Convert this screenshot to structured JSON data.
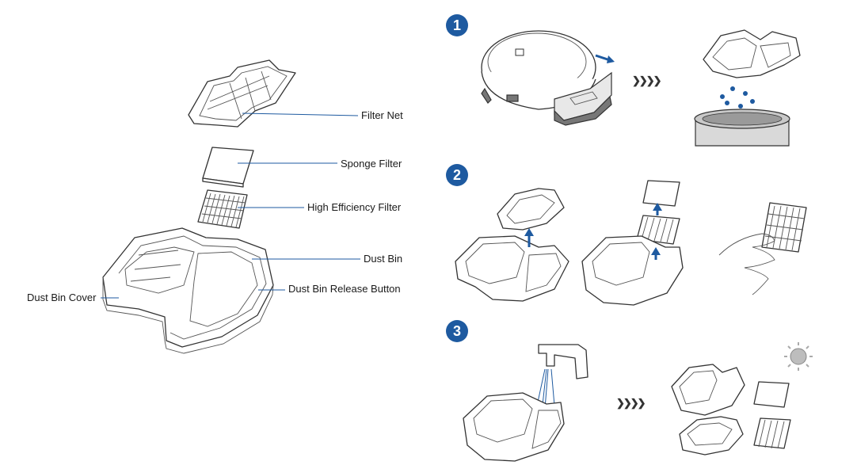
{
  "labels": {
    "filter_net": "Filter Net",
    "sponge_filter": "Sponge Filter",
    "hepa_filter": "High Efficiency Filter",
    "dust_bin": "Dust Bin",
    "release_button": "Dust Bin Release Button",
    "dust_bin_cover": "Dust Bin Cover"
  },
  "steps": [
    {
      "number": "1"
    },
    {
      "number": "2"
    },
    {
      "number": "3"
    }
  ],
  "arrow_glyph": "❯❯❯❯",
  "colors": {
    "accent": "#1e5aa0",
    "line": "#333333"
  },
  "icons": [
    "sun-icon",
    "water-drops-icon",
    "arrow-up-icon",
    "hand-icon",
    "faucet-icon"
  ]
}
